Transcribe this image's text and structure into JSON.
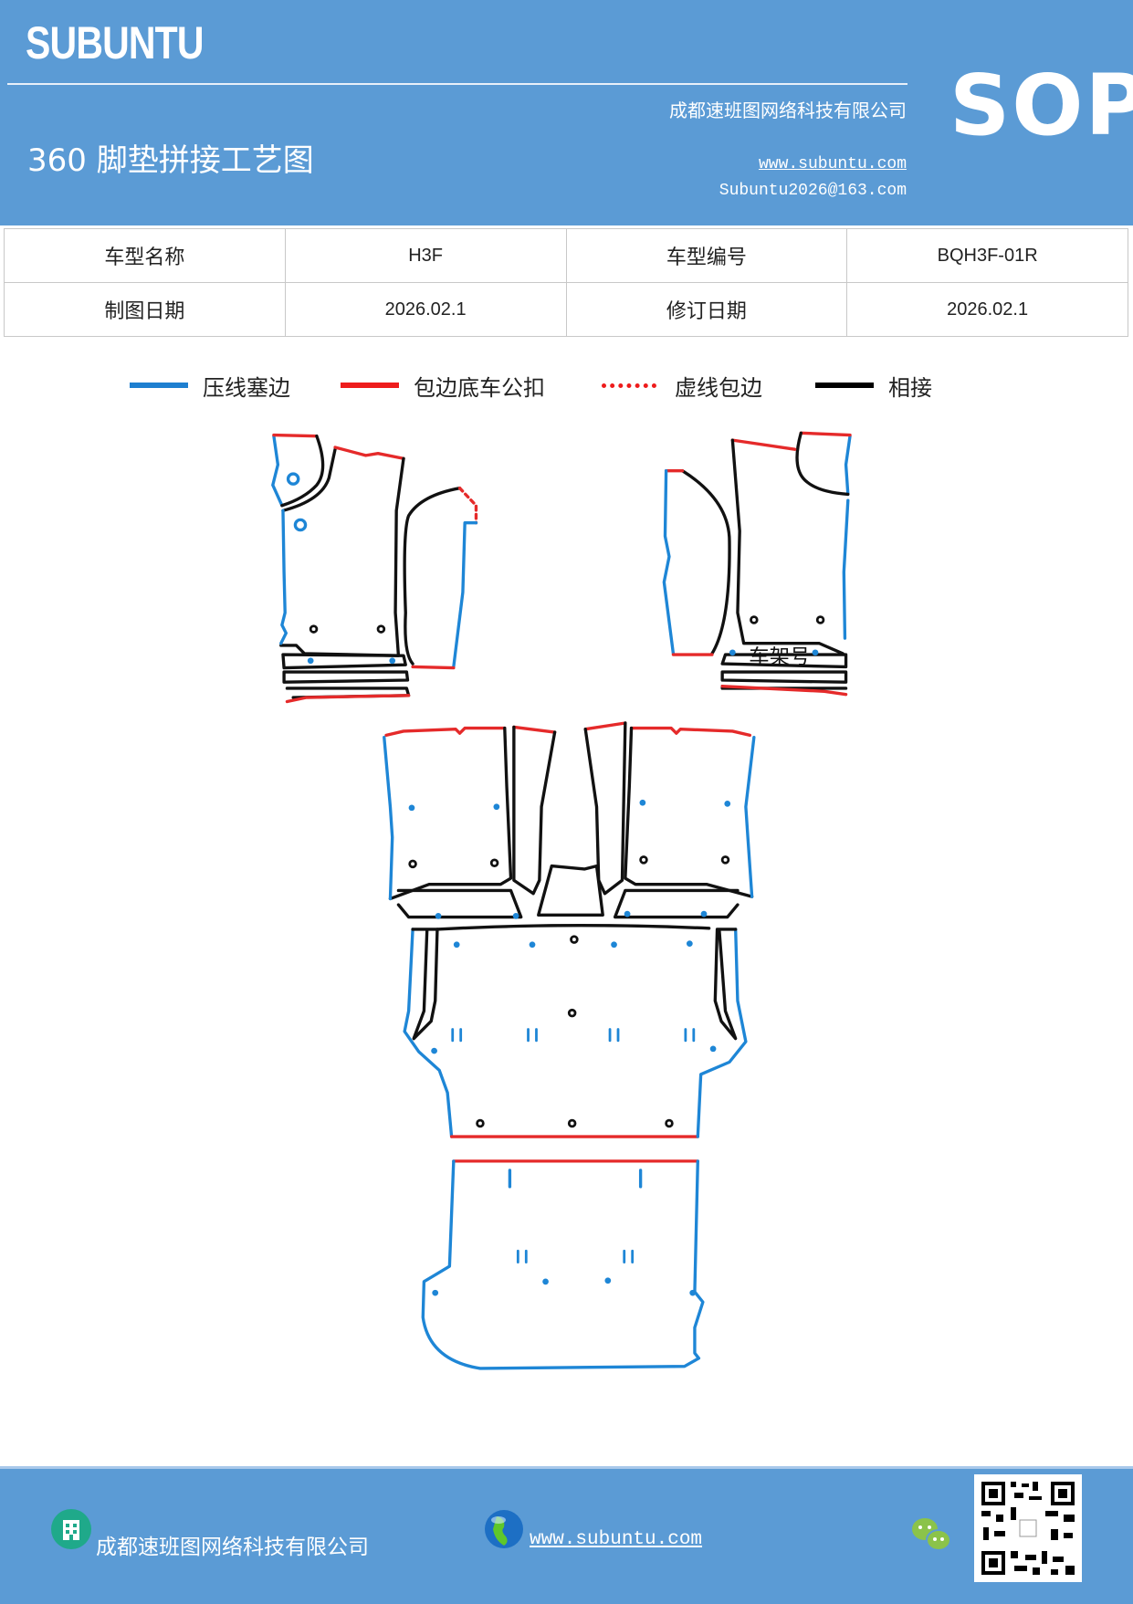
{
  "header": {
    "brand": "SUBUNTU",
    "company": "成都速班图网络科技有限公司",
    "badge": "SOP",
    "title": "360 脚垫拼接工艺图",
    "website": "www.subuntu.com",
    "email": "Subuntu2026@163.com"
  },
  "info_table": {
    "rows": [
      [
        "车型名称",
        "H3F",
        "车型编号",
        "BQH3F-01R"
      ],
      [
        "制图日期",
        "2026.02.1",
        "修订日期",
        "2026.02.1"
      ]
    ]
  },
  "legend": [
    {
      "label": "压线塞边",
      "color": "#1e7fd0",
      "style": "solid"
    },
    {
      "label": "包边底车公扣",
      "color": "#ee1c1c",
      "style": "solid"
    },
    {
      "label": "虚线包边",
      "color": "#ee1c1c",
      "style": "dotted"
    },
    {
      "label": "相接",
      "color": "#000000",
      "style": "solid"
    }
  ],
  "diagram": {
    "vin_label": "车架号"
  },
  "footer": {
    "company": "成都速班图网络科技有限公司",
    "website": "www.subuntu.com",
    "icons": [
      "building-icon",
      "globe-icon",
      "wechat-icon",
      "qr-code"
    ]
  },
  "colors": {
    "header_bg": "#5b9bd5",
    "blue": "#1e86d6",
    "red": "#e52a2a",
    "black": "#111111"
  }
}
